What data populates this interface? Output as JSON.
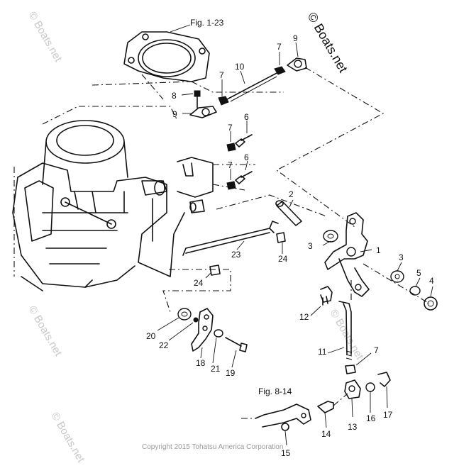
{
  "figure_refs": {
    "top": "Fig. 1-23",
    "bottom": "Fig. 8-14"
  },
  "watermarks": {
    "main": "© Boats.net",
    "faint_left_top": "© Boats.net",
    "faint_left_mid": "© Boats.net",
    "faint_mid_right": "© Boats.net",
    "faint_left_bottom": "© Boats.net"
  },
  "copyright": "Copyright 2015 Tohatsu America Corporation",
  "callouts": {
    "c1": "1",
    "c2": "2",
    "c3a": "3",
    "c3b": "3",
    "c4": "4",
    "c5": "5",
    "c6a": "6",
    "c6b": "6",
    "c7a": "7",
    "c7b": "7",
    "c7c": "7",
    "c7d": "7",
    "c7e": "7",
    "c8": "8",
    "c9a": "9",
    "c9b": "9",
    "c10": "10",
    "c11": "11",
    "c12": "12",
    "c13": "13",
    "c14": "14",
    "c15": "15",
    "c16": "16",
    "c17": "17",
    "c18": "18",
    "c19": "19",
    "c20": "20",
    "c21": "21",
    "c22": "22",
    "c23": "23",
    "c24a": "24",
    "c24b": "24"
  }
}
